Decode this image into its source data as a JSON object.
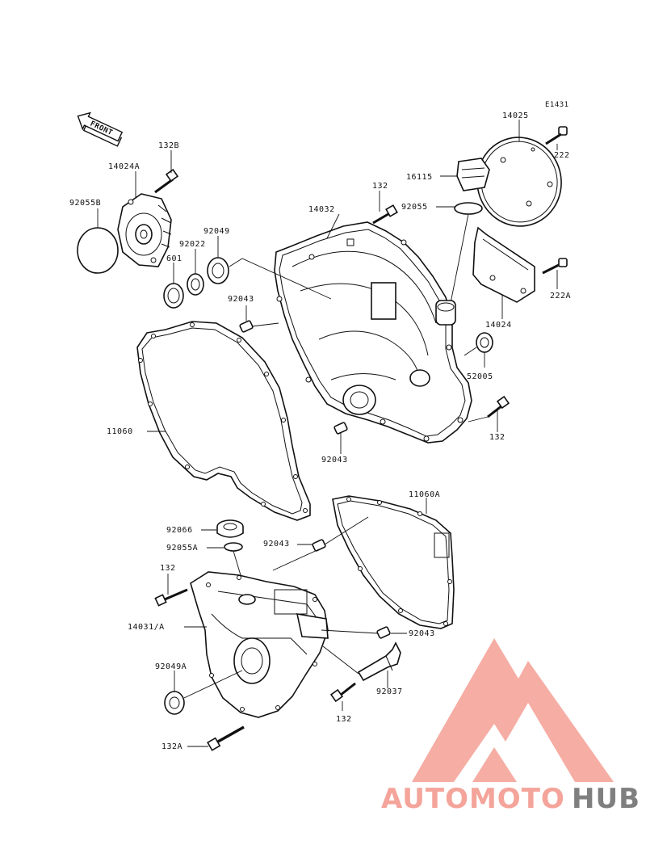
{
  "diagram_code": "E1431",
  "front_label": "FRONT",
  "parts": {
    "p14025": "14025",
    "p222": "222",
    "p16115": "16115",
    "p132_top": "132",
    "p92055": "92055",
    "p14032": "14032",
    "p132B": "132B",
    "p14024A": "14024A",
    "p92055B": "92055B",
    "p92022": "92022",
    "p92049": "92049",
    "p601": "601",
    "p92043_a": "92043",
    "p222A": "222A",
    "p14024": "14024",
    "p52005": "52005",
    "p11060": "11060",
    "p132_mid": "132",
    "p92043_b": "92043",
    "p11060A": "11060A",
    "p92066": "92066",
    "p92043_c": "92043",
    "p92055A": "92055A",
    "p132_low": "132",
    "p14031A": "14031/A",
    "p92043_d": "92043",
    "p92049A": "92049A",
    "p92037": "92037",
    "p132_bot": "132",
    "p132A": "132A"
  },
  "watermark": {
    "part1": "AUTOMOTO",
    "part2": "HUB",
    "color1": "#f4a49a",
    "color2": "#7f7f7f",
    "accent": "#f4a49a"
  }
}
